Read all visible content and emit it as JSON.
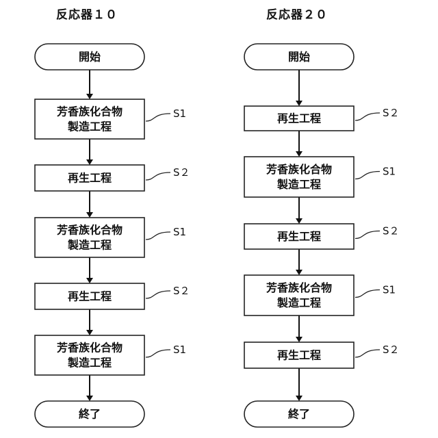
{
  "diagrams": [
    {
      "title": "反応器１０",
      "nodes": [
        {
          "kind": "terminal",
          "lines": [
            "開始"
          ]
        },
        {
          "kind": "process",
          "lines": [
            "芳香族化合物",
            "製造工程"
          ],
          "label": "S1"
        },
        {
          "kind": "process",
          "lines": [
            "再生工程"
          ],
          "label": "S２"
        },
        {
          "kind": "process",
          "lines": [
            "芳香族化合物",
            "製造工程"
          ],
          "label": "S1"
        },
        {
          "kind": "process",
          "lines": [
            "再生工程"
          ],
          "label": "S２"
        },
        {
          "kind": "process",
          "lines": [
            "芳香族化合物",
            "製造工程"
          ],
          "label": "S1"
        },
        {
          "kind": "terminal",
          "lines": [
            "終了"
          ]
        }
      ]
    },
    {
      "title": "反応器２０",
      "nodes": [
        {
          "kind": "terminal",
          "lines": [
            "開始"
          ]
        },
        {
          "kind": "process",
          "lines": [
            "再生工程"
          ],
          "label": "S２"
        },
        {
          "kind": "process",
          "lines": [
            "芳香族化合物",
            "製造工程"
          ],
          "label": "S1"
        },
        {
          "kind": "process",
          "lines": [
            "再生工程"
          ],
          "label": "S２"
        },
        {
          "kind": "process",
          "lines": [
            "芳香族化合物",
            "製造工程"
          ],
          "label": "S1"
        },
        {
          "kind": "process",
          "lines": [
            "再生工程"
          ],
          "label": "S２"
        },
        {
          "kind": "terminal",
          "lines": [
            "終了"
          ]
        }
      ]
    }
  ]
}
